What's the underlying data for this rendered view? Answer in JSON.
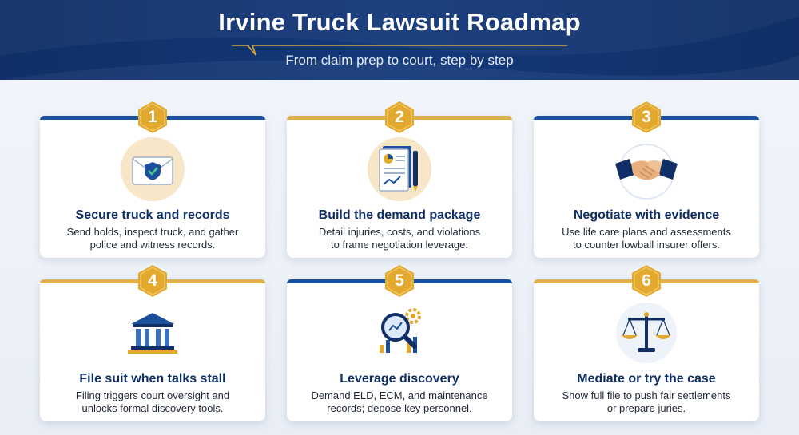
{
  "header": {
    "title": "Irvine Truck Lawsuit Roadmap",
    "subtitle": "From claim prep to court, step by step"
  },
  "colors": {
    "navy": "#0f2f66",
    "gold": "#e3a92f",
    "blue_bar": "#1c4f9c",
    "gold_bar": "#dcb04a"
  },
  "steps": [
    {
      "number": "1",
      "title": "Secure truck and records",
      "text_line1": "Send holds, inspect truck, and gather",
      "text_line2": "police and witness records.",
      "icon": "envelope-shield-icon",
      "bar": "blue"
    },
    {
      "number": "2",
      "title": "Build the demand package",
      "text_line1": "Detail injuries, costs, and violations",
      "text_line2": "to frame negotiation leverage.",
      "icon": "document-pen-icon",
      "bar": "gold"
    },
    {
      "number": "3",
      "title": "Negotiate with evidence",
      "text_line1": "Use life care plans and assessments",
      "text_line2": "to counter lowball insurer offers.",
      "icon": "handshake-icon",
      "bar": "blue"
    },
    {
      "number": "4",
      "title": "File suit when talks stall",
      "text_line1": "Filing triggers court oversight and",
      "text_line2": "unlocks formal discovery tools.",
      "icon": "courthouse-icon",
      "bar": "gold"
    },
    {
      "number": "5",
      "title": "Leverage discovery",
      "text_line1": "Demand ELD, ECM, and maintenance",
      "text_line2": "records; depose key personnel.",
      "icon": "magnifier-gear-icon",
      "bar": "blue"
    },
    {
      "number": "6",
      "title": "Mediate or try the case",
      "text_line1": "Show full file to push fair settlements",
      "text_line2": "or prepare juries.",
      "icon": "scales-icon",
      "bar": "gold"
    }
  ]
}
